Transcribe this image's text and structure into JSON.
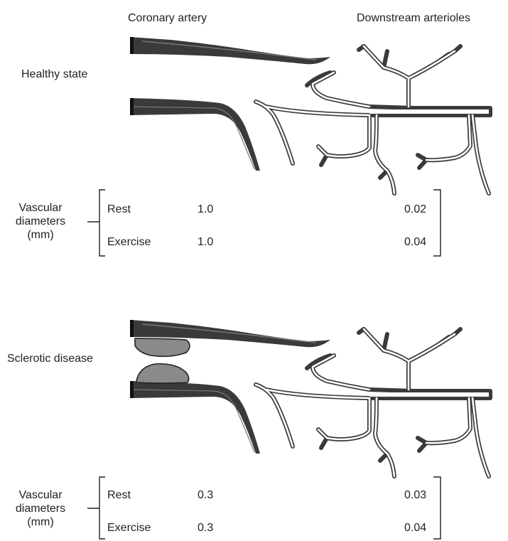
{
  "header": {
    "left": "Coronary artery",
    "right": "Downstream arterioles"
  },
  "panels": [
    {
      "state_label": "Healthy state",
      "measure_label": [
        "Vascular",
        "diameters",
        "(mm)"
      ],
      "rows": [
        {
          "condition": "Rest",
          "artery": "1.0",
          "arteriole": "0.02"
        },
        {
          "condition": "Exercise",
          "artery": "1.0",
          "arteriole": "0.04"
        }
      ]
    },
    {
      "state_label": "Sclerotic disease",
      "measure_label": [
        "Vascular",
        "diameters",
        "(mm)"
      ],
      "rows": [
        {
          "condition": "Rest",
          "artery": "0.3",
          "arteriole": "0.03"
        },
        {
          "condition": "Exercise",
          "artery": "0.3",
          "arteriole": "0.04"
        }
      ]
    }
  ],
  "colors": {
    "vessel_wall": "#3a3a3a",
    "vessel_lumen": "#ffffff",
    "plaque": "#8a8a8a",
    "text": "#222222"
  }
}
